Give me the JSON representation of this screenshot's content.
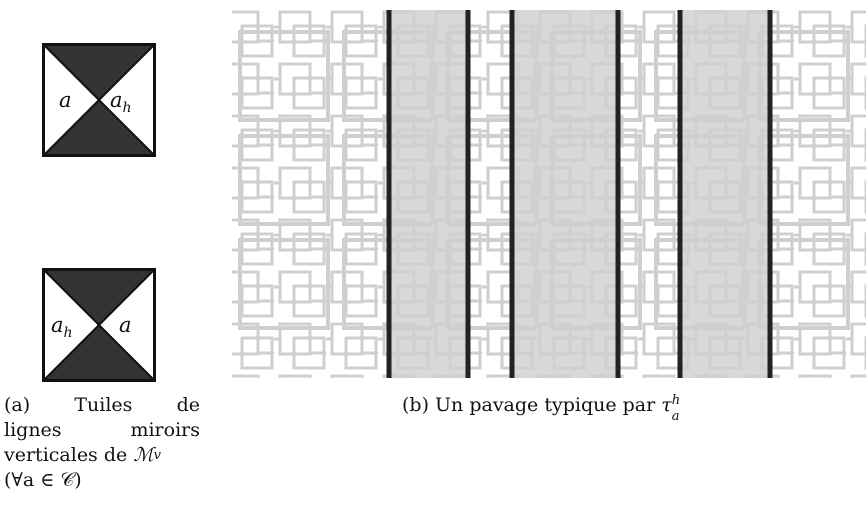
{
  "tiles": {
    "top": {
      "left_label": "a",
      "right_label": "a",
      "right_subscript": "h"
    },
    "bottom": {
      "left_label": "a",
      "left_subscript": "h",
      "right_label": "a"
    }
  },
  "caption_a": {
    "marker": "(a)",
    "line1_word1": "Tuiles",
    "line1_word2": "de",
    "line2_word1": "lignes",
    "line2_word2": "miroirs",
    "line3": "verticales de",
    "line3_math": "ℳ",
    "line3_sub": "v",
    "line4": "(∀a ∈ 𝒞)"
  },
  "caption_b": {
    "marker": "(b)",
    "text": "Un pavage typique par",
    "math": "τ",
    "math_sup": "h",
    "math_sub": "a"
  },
  "colors": {
    "tile_dark": "#333333",
    "pattern_gray": "#cfcfcf",
    "band_fill": "#d8d8d8",
    "mirror_line": "#222222"
  }
}
